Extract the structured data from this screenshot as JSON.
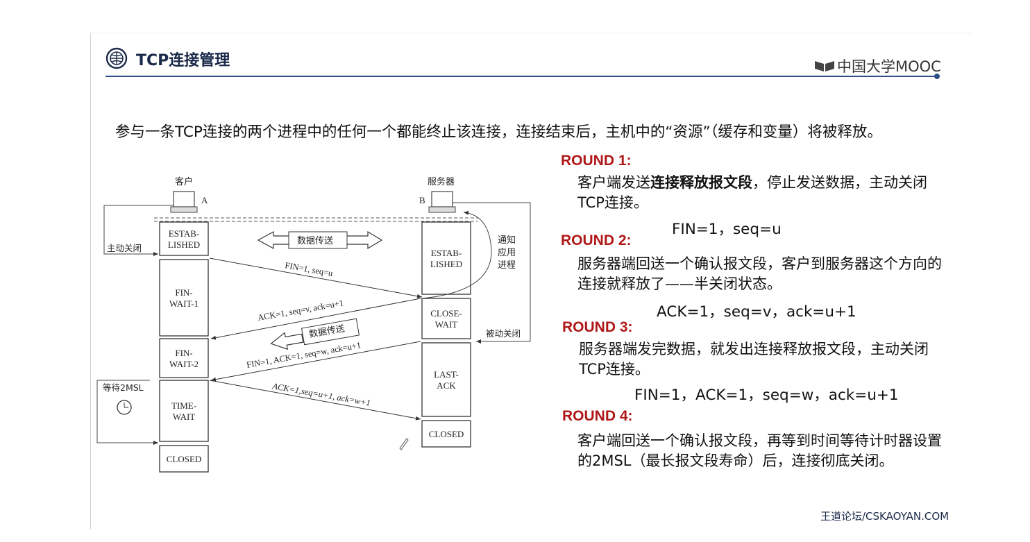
{
  "header": {
    "title": "TCP连接管理",
    "brand": "中国大学MOOC"
  },
  "intro": "参与一条TCP连接的两个进程中的任何一个都能终止该连接，连接结束后，主机中的“资源”（缓存和变量）将被释放。",
  "rounds": [
    {
      "title": "ROUND 1:",
      "text_pre": "客户端发送",
      "text_bold": "连接释放报文段",
      "text_post": "，停止发送数据，主动关闭TCP连接。",
      "formula": "FIN=1，seq=u"
    },
    {
      "title": "ROUND 2:",
      "text": "服务器端回送一个确认报文段，客户到服务器这个方向的连接就释放了——半关闭状态。",
      "formula": "ACK=1，seq=v，ack=u+1"
    },
    {
      "title": "ROUND 3:",
      "text": "服务器端发完数据，就发出连接释放报文段，主动关闭TCP连接。",
      "formula": "FIN=1，ACK=1，seq=w，ack=u+1"
    },
    {
      "title": "ROUND 4:",
      "text": "客户端回送一个确认报文段，再等到时间等待计时器设置的2MSL（最长报文段寿命）后，连接彻底关闭。"
    }
  ],
  "diagram": {
    "client_label": "客户",
    "server_label": "服务器",
    "client_letter": "A",
    "server_letter": "B",
    "active_close": "主动关闭",
    "passive_close": "被动关闭",
    "notify_app": "通知应用进程",
    "data_transfer": "数据传送",
    "wait_2msl": "等待2MSL",
    "client_states": [
      "ESTAB-\nLISHED",
      "FIN-\nWAIT-1",
      "FIN-\nWAIT-2",
      "TIME-\nWAIT",
      "CLOSED"
    ],
    "server_states": [
      "ESTAB-\nLISHED",
      "CLOSE-\nWAIT",
      "LAST-\nACK",
      "CLOSED"
    ],
    "messages": [
      "FIN=1, seq=u",
      "ACK=1, seq=v, ack=u+1",
      "FIN=1, ACK=1, seq=w, ack=u+1",
      "ACK=1,seq=u+1, ack=w+1"
    ]
  },
  "footer": "王道论坛/CSKAOYAN.COM",
  "colors": {
    "title": "#1b2a4a",
    "accent_line": "#2f4f8a",
    "round_title": "#b01818"
  }
}
